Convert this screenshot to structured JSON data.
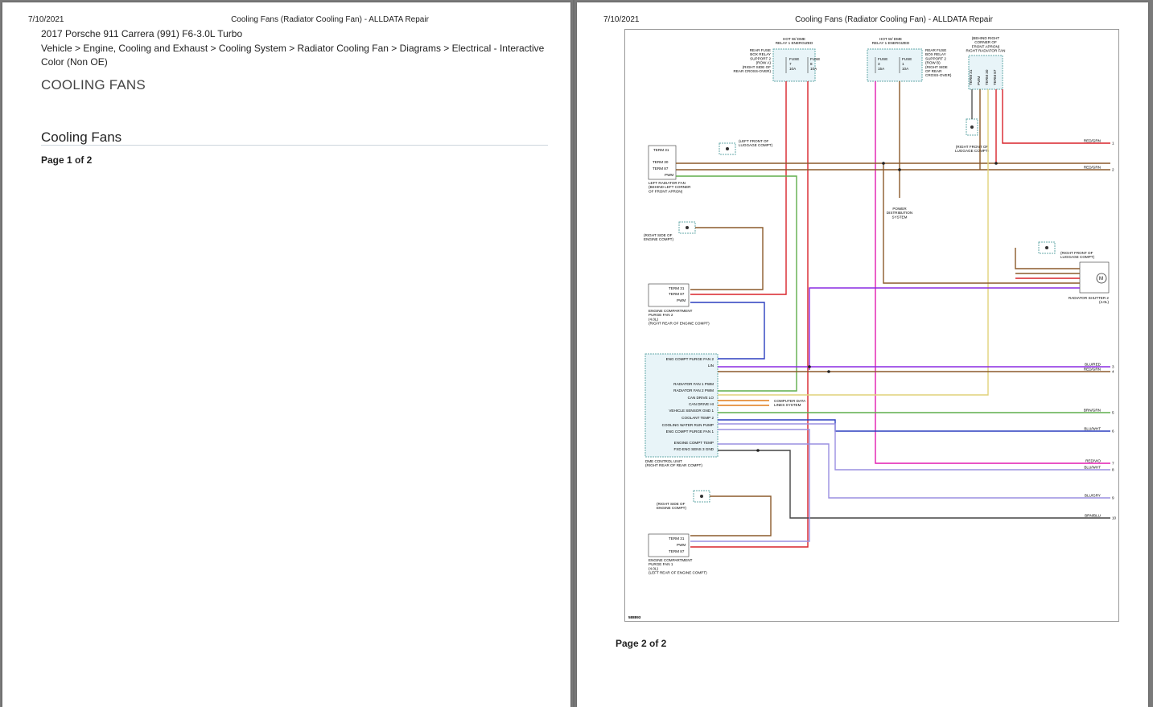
{
  "header": {
    "date": "7/10/2021",
    "title": "Cooling Fans (Radiator Cooling Fan) - ALLDATA Repair"
  },
  "page1": {
    "vehicle": "2017 Porsche 911 Carrera (991) F6-3.0L Turbo",
    "breadcrumb": "Vehicle > Engine, Cooling and Exhaust > Cooling System > Radiator Cooling Fan > Diagrams > Electrical - Interactive Color (Non OE)",
    "section_title": "COOLING FANS",
    "subsection_title": "Cooling Fans",
    "page_label": "Page 1 of 2"
  },
  "page2": {
    "page_label": "Page 2 of 2",
    "diagram": {
      "figure_id": "588893",
      "fuse_box_a": [
        "REAR FUSE",
        "BOX RELAY",
        "SUPPORT 2",
        "(ROW A)",
        "(RIGHT SIDE OF",
        "REAR CROSS-OVER)"
      ],
      "fuse_box_b": [
        "REAR FUSE",
        "BOX RELAY",
        "SUPPORT 2",
        "(ROW B)",
        "(RIGHT SIDE",
        "OF REAR",
        "CROSS-OVER)"
      ],
      "hot_a": [
        "HOT W/ DME",
        "RELAY 1 ENERGIZED"
      ],
      "hot_b": [
        "HOT W/ DME",
        "RELAY 1 ENERGIZED"
      ],
      "right_fan_loc": [
        "(BEHIND RIGHT",
        "CORNER OF",
        "FRONT APRON)",
        "RIGHT RADIATOR FAN"
      ],
      "left_fan_loc": [
        "LEFT RADIATOR FAN",
        "(BEHIND LEFT CORNER",
        "OF FRONT APRON)"
      ],
      "gp2_loc": [
        "(LEFT FRONT OF",
        "LUGGAGE COMPT)"
      ],
      "gp1_loc": [
        "(RIGHT FRONT OF",
        "LUGGAGE COMPT)"
      ],
      "gp1b_loc": [
        "(RIGHT FRONT OF",
        "LUGGAGE COMPT)"
      ],
      "gp9_loc": [
        "(RIGHT SIDE OF",
        "ENGINE COMPT)"
      ],
      "gp9b_loc": [
        "(RIGHT SIDE OF",
        "ENGINE COMPT)"
      ],
      "purge2_loc": [
        "ENGINE COMPARTMENT",
        "PURGE FAN 2",
        "(4.0L)",
        "(RIGHT REAR OF ENGINE COMPT)"
      ],
      "purge1_loc": [
        "ENGINE COMPARTMENT",
        "PURGE FAN 1",
        "(4.0L)",
        "(LEFT REAR OF ENGINE COMPT)"
      ],
      "dme_loc": [
        "DME CONTROL UNIT",
        "(RIGHT REAR OF REAR COMPT)"
      ],
      "power_dist": [
        "POWER",
        "DISTRIBUTION",
        "SYSTEM"
      ],
      "computer_data": [
        "COMPUTER DATA",
        "LINES SYSTEM"
      ],
      "shutter_label": [
        "RADIATOR SHUTTER 2",
        "(4.0L)"
      ],
      "dme_pins": [
        "ENG COMPT PURGE FAN 2",
        "LIN",
        "RADIATOR FAN 1 PWM",
        "RADIATOR FAN 2 PWM",
        "CAN DRIVE LO",
        "CAN DRIVE HI",
        "VEHICLE SENSOR GND 1",
        "COOLANT TEMP 2",
        "COOLING WATER RUN PUMP",
        "ENG COMPT PURGE FAN 1",
        "ENGINE COMPT TEMP",
        "FXD ENG SENS 3 GND"
      ],
      "edge_labels": [
        {
          "n": "1",
          "w": "RED/GRN"
        },
        {
          "n": "2",
          "w": "RED/GRN"
        },
        {
          "n": "3",
          "w": "BLU/RED"
        },
        {
          "n": "4",
          "w": "RED/GRN"
        },
        {
          "n": "5",
          "w": "BRN/GRN"
        },
        {
          "n": "6",
          "w": "BLU/WHT"
        },
        {
          "n": "7",
          "w": "RED/VIO"
        },
        {
          "n": "8",
          "w": "BLU/WHT"
        },
        {
          "n": "9",
          "w": "BLU/GRY"
        },
        {
          "n": "10",
          "w": "BRN/BLU"
        }
      ]
    }
  },
  "colors": {
    "red": "#d8232a",
    "brown": "#8b5a2b",
    "green": "#5fae4b",
    "blue": "#2b3fbf",
    "purple": "#8a2be2",
    "magenta": "#e21bb0",
    "orange": "#e07b1a",
    "yellow": "#e0d27a",
    "lavender": "#9a8fe0",
    "dark": "#444444",
    "fuse_fill": "#e8f4f8"
  }
}
